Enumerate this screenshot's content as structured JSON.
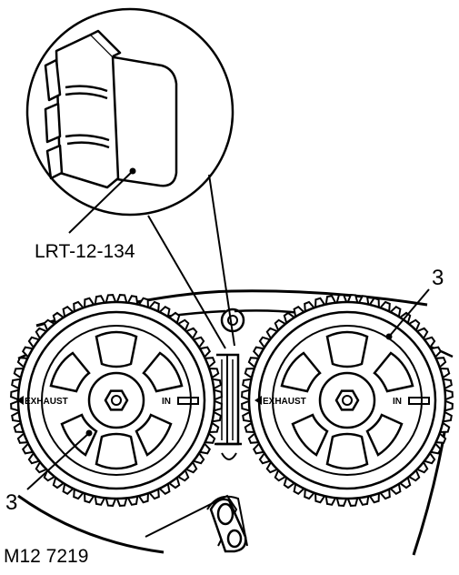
{
  "labels": {
    "tool_id": "LRT-12-134",
    "callout_left": "3",
    "callout_right": "3",
    "figure_ref": "M12 7219"
  },
  "pulleys": {
    "left": {
      "exhaust_mark": "EXHAUST",
      "in_mark": "IN"
    },
    "right": {
      "exhaust_mark": "EXHAUST",
      "in_mark": "IN"
    }
  }
}
